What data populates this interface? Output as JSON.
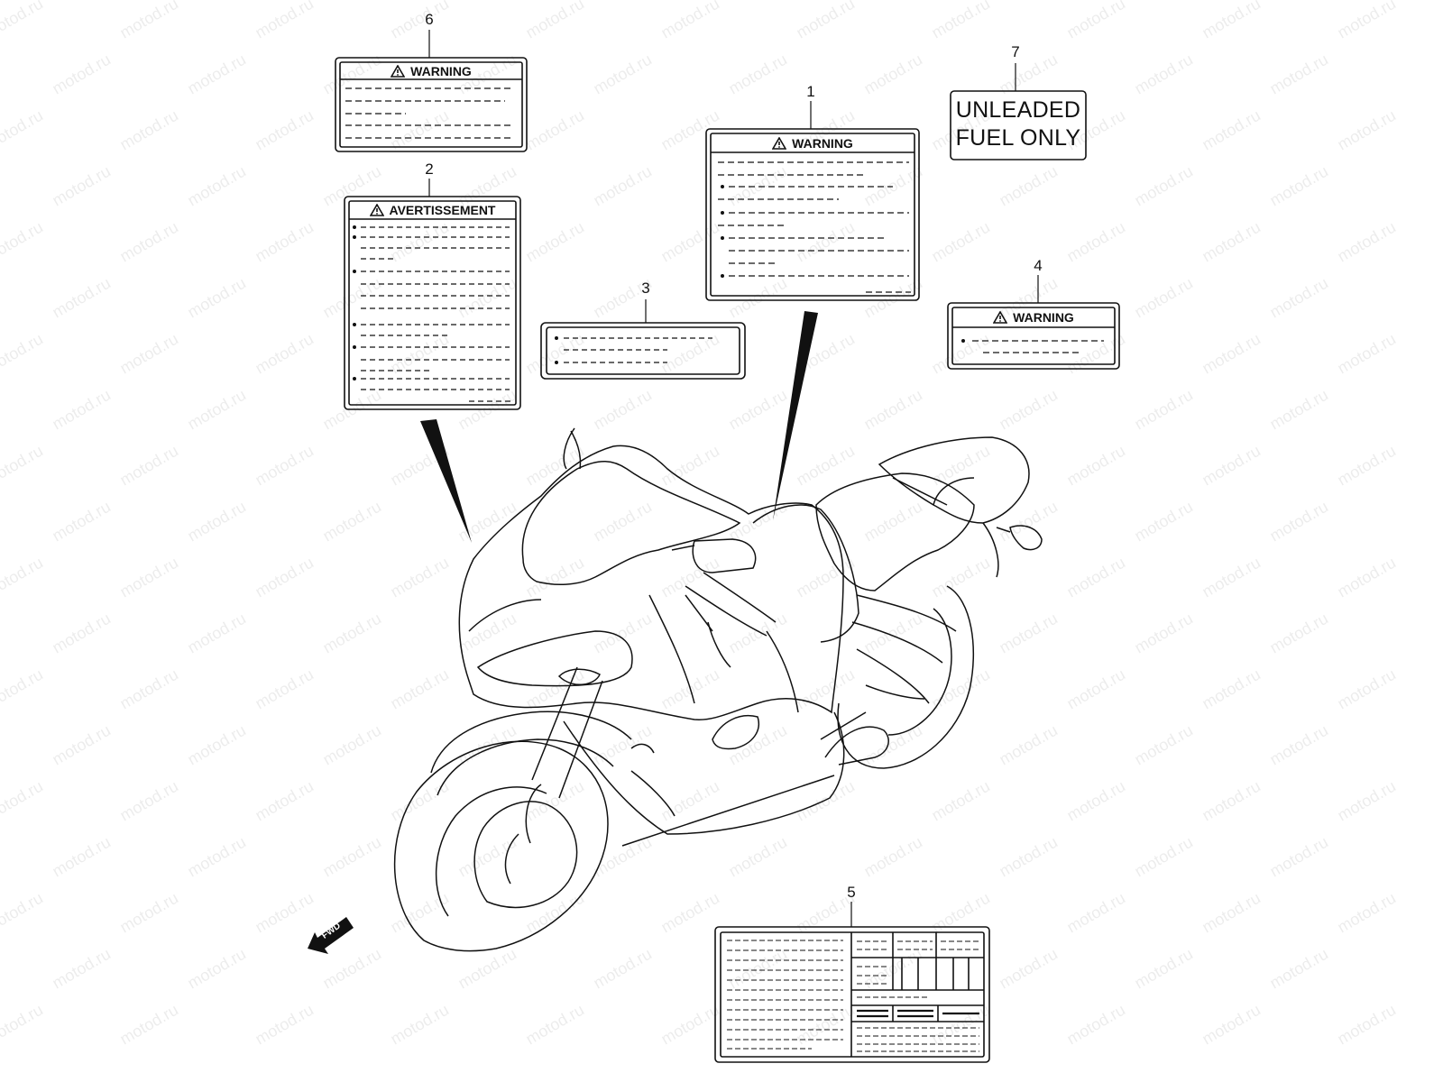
{
  "watermark": "motod.ru",
  "callouts": [
    "1",
    "2",
    "3",
    "4",
    "5",
    "6",
    "7"
  ],
  "labels": {
    "label1": {
      "title": "WARNING"
    },
    "label2": {
      "title": "AVERTISSEMENT"
    },
    "label4": {
      "title": "WARNING"
    },
    "label6": {
      "title": "WARNING"
    },
    "label7": {
      "line1": "UNLEADED",
      "line2": "FUEL ONLY"
    }
  },
  "fwd": "FWD",
  "icons": [
    "warning-triangle-icon",
    "fwd-arrow-icon"
  ],
  "line_color": "#111111"
}
